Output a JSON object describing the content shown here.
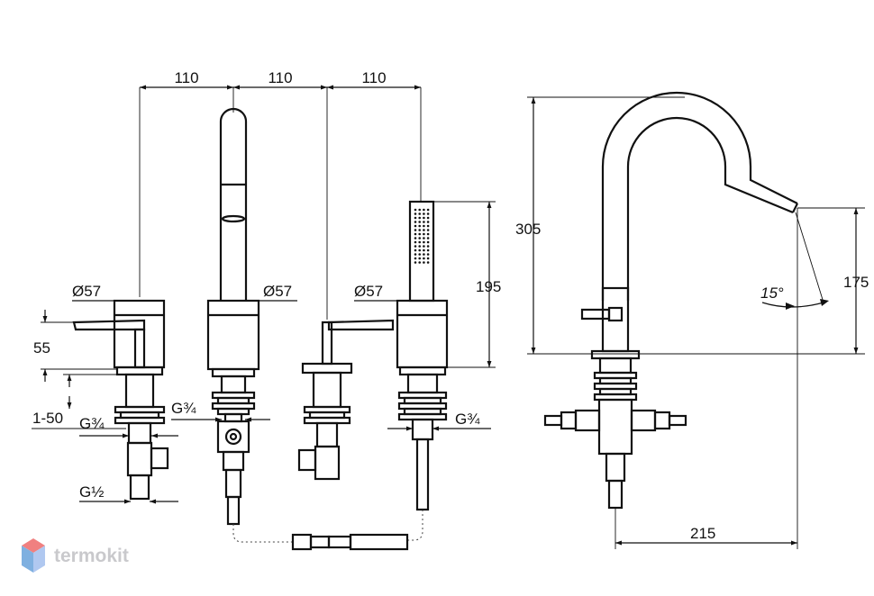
{
  "dimensions": {
    "spacing_1": "110",
    "spacing_2": "110",
    "spacing_3": "110",
    "diameter_1": "Ø57",
    "diameter_2": "Ø57",
    "diameter_3": "Ø57",
    "height_55": "55",
    "range_1_50": "1-50",
    "thread_g34_left": "G¾",
    "thread_g34_mid": "G¾",
    "thread_g34_right": "G¾",
    "thread_g12": "G½",
    "shower_height": "195",
    "total_height": "305",
    "spout_height": "175",
    "angle": "15°",
    "reach": "215"
  },
  "watermark": {
    "text": "termokit",
    "colors": {
      "top": "#f08080",
      "left": "#7fb0e0",
      "right": "#b0c8f0",
      "text": "#c9c9cc"
    }
  }
}
